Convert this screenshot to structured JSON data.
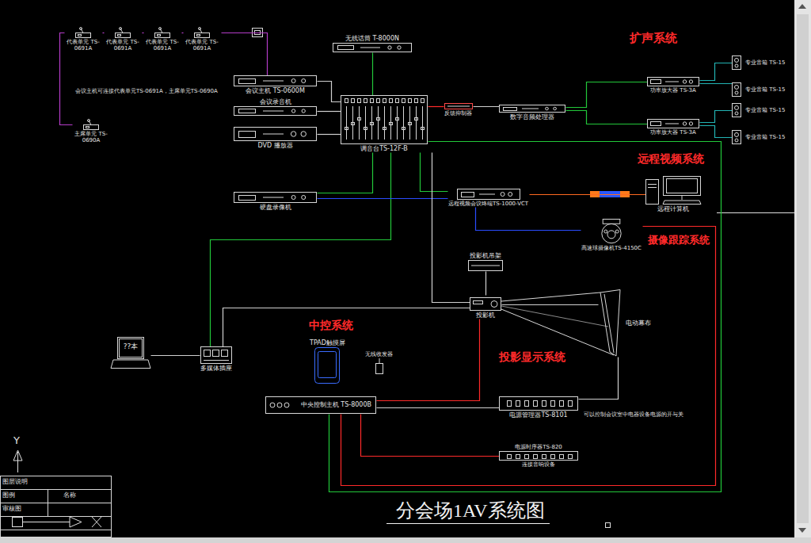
{
  "diagram": {
    "title": "分会场1AV系统图",
    "nodes": [
      {
        "text": [
          "代表单元 TS-0691A"
        ]
      },
      {
        "text": [
          "代表单元 TS-0691A"
        ]
      },
      {
        "text": [
          "代表单元 TS-0691A"
        ]
      },
      {
        "text": [
          "代表单元 TS-0691A"
        ]
      },
      {
        "text": [
          "主席单元 TS-0690A"
        ]
      },
      {
        "text": [
          "无线话筒 T-8000N"
        ]
      },
      {
        "text": [
          "会议主机 TS-0600M"
        ]
      },
      {
        "text": [
          "会议录音机"
        ]
      },
      {
        "text": [
          "DVD 播放器"
        ]
      },
      {
        "text": [
          "调音台TS-12F-B"
        ]
      },
      {
        "text": [
          "反馈抑制器"
        ]
      },
      {
        "text": [
          "数字音频处理器"
        ]
      },
      {
        "text": [
          "功率放大器 TS-3A"
        ]
      },
      {
        "text": [
          "功率放大器 TS-3A"
        ]
      },
      {
        "text": [
          "专业音箱 TS-15"
        ]
      },
      {
        "text": [
          "专业音箱 TS-15"
        ]
      },
      {
        "text": [
          "专业音箱 TS-15"
        ]
      },
      {
        "text": [
          "专业音箱 TS-15"
        ]
      },
      {
        "text": [
          "硬盘录像机"
        ]
      },
      {
        "text": [
          "远程视频会议终端TS-1000-VCT"
        ]
      },
      {
        "text": [
          "远程计算机"
        ]
      },
      {
        "text": [
          "高速球摄像机TS-4150C"
        ]
      },
      {
        "text": [
          "投影机吊架"
        ]
      },
      {
        "text": [
          "投影机"
        ]
      },
      {
        "text": [
          "电动幕布"
        ]
      },
      {
        "text": [
          "??本"
        ]
      },
      {
        "text": [
          "多媒体插座"
        ]
      },
      {
        "text": [
          "TPAD触摸屏"
        ]
      },
      {
        "text": [
          "无线收发器"
        ]
      },
      {
        "text": [
          "中央控制主机 TS-8000B"
        ]
      },
      {
        "text": [
          "电源管理器TS-8101"
        ]
      },
      {
        "text": [
          "电源时序器TS-820",
          "连接音响设备"
        ]
      }
    ],
    "edges": [
      {
        "from": 0,
        "to": 1,
        "arrow": "none"
      },
      {
        "from": 1,
        "to": 2,
        "arrow": "none"
      },
      {
        "from": 2,
        "to": 3,
        "arrow": "none"
      },
      {
        "from": 3,
        "to": 6,
        "arrow": "none"
      },
      {
        "from": 0,
        "to": 4,
        "arrow": "none"
      },
      {
        "from": 5,
        "to": 9,
        "arrow": "none"
      },
      {
        "from": 6,
        "to": 9,
        "arrow": "none"
      },
      {
        "from": 7,
        "to": 9,
        "arrow": "none"
      },
      {
        "from": 8,
        "to": 9,
        "arrow": "none"
      },
      {
        "from": 9,
        "to": 10,
        "arrow": "none"
      },
      {
        "from": 10,
        "to": 11,
        "arrow": "none"
      },
      {
        "from": 11,
        "to": 12,
        "arrow": "none"
      },
      {
        "from": 11,
        "to": 13,
        "arrow": "none"
      },
      {
        "from": 12,
        "to": 14,
        "arrow": "none"
      },
      {
        "from": 12,
        "to": 15,
        "arrow": "none"
      },
      {
        "from": 13,
        "to": 16,
        "arrow": "none"
      },
      {
        "from": 13,
        "to": 17,
        "arrow": "none"
      },
      {
        "from": 9,
        "to": 18,
        "arrow": "none"
      },
      {
        "from": 9,
        "to": 26,
        "arrow": "none"
      },
      {
        "from": 9,
        "to": 19,
        "arrow": "none"
      },
      {
        "from": 18,
        "to": 19,
        "arrow": "none"
      },
      {
        "from": 19,
        "to": 20,
        "arrow": "none"
      },
      {
        "from": 19,
        "to": 21,
        "arrow": "none"
      },
      {
        "from": 9,
        "to": 23,
        "arrow": "none"
      },
      {
        "from": 26,
        "to": 23,
        "arrow": "none"
      },
      {
        "from": 25,
        "to": 26,
        "arrow": "none"
      },
      {
        "from": 22,
        "to": 23,
        "arrow": "none"
      },
      {
        "from": 23,
        "to": 24,
        "arrow": "none"
      },
      {
        "from": 29,
        "to": 30,
        "arrow": "none"
      },
      {
        "from": 30,
        "to": 24,
        "arrow": "none"
      },
      {
        "from": 29,
        "to": 31,
        "arrow": "none"
      },
      {
        "from": 29,
        "to": 23,
        "arrow": "none"
      },
      {
        "from": 29,
        "to": 21,
        "arrow": "none"
      },
      {
        "from": 9,
        "to": 29,
        "arrow": "none"
      }
    ],
    "labels": [
      "扩声系统",
      "远程视频系统",
      "摄像跟踪系统",
      "中控系统",
      "投影显示系统",
      "会议主机可连接代表单元TS-0691A，主席单元TS-0690A",
      "可以控制会议室中电器设备电源的开与关",
      "Y",
      "图层说明",
      "图例",
      "名称",
      "审核图"
    ]
  }
}
